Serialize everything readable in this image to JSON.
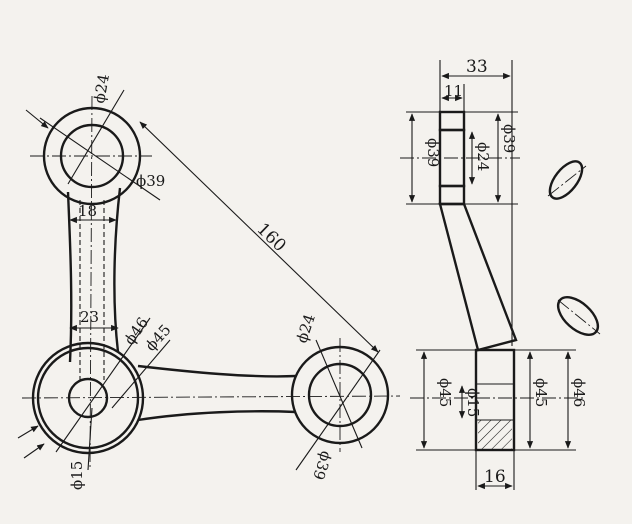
{
  "front_view": {
    "top_boss_bore": "ϕ24",
    "top_boss_outer": "ϕ39",
    "upper_arm_width": "18",
    "center_distance": "160",
    "lower_arm_width": "23",
    "main_hub_outer": "ϕ46",
    "main_hub_inner_ring": "ϕ45",
    "main_hub_bore": "ϕ15",
    "right_boss_bore": "ϕ24",
    "right_boss_outer": "ϕ39"
  },
  "side_view": {
    "overall_depth": "33",
    "top_boss_thickness": "11",
    "top_boss_outer_left": "ϕ39",
    "top_boss_bore": "ϕ24",
    "top_boss_outer_right": "ϕ39",
    "hub_bore": "ϕ15",
    "hub_diameter_left": "ϕ45",
    "hub_diameter_mid": "ϕ45",
    "hub_diameter_right": "ϕ46",
    "hub_thickness": "16"
  }
}
